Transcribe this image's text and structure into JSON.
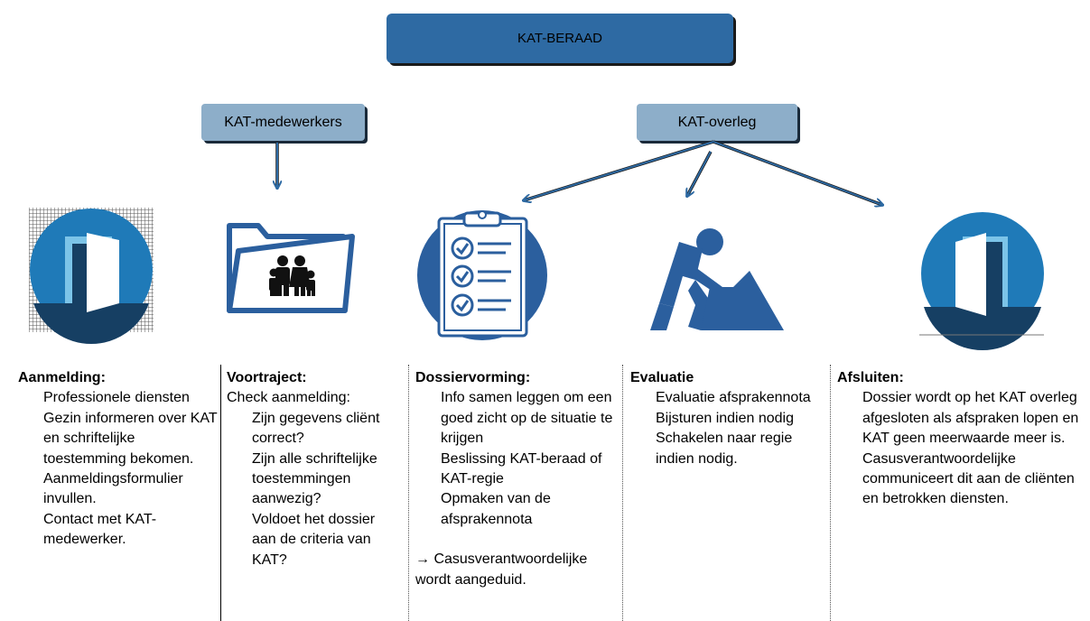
{
  "top": {
    "title": "KAT-BERAAD"
  },
  "boxes": {
    "medewerkers": "KAT-medewerkers",
    "overleg": "KAT-overleg"
  },
  "bullet_glyph": "",
  "columns": [
    {
      "title": "Aanmelding:",
      "items": [
        "Professionele diensten",
        "Gezin informeren over KAT en schriftelijke toestemming bekomen.",
        "Aanmeldingsformulier invullen.",
        "Contact met KAT-medewerker."
      ]
    },
    {
      "title": "Voortraject:",
      "intro": "Check aanmelding:",
      "items": [
        "Zijn gegevens cliënt correct?",
        "Zijn alle schriftelijke toestemmingen aanwezig?",
        "Voldoet het dossier aan de criteria van KAT?"
      ]
    },
    {
      "title": "Dossiervorming:",
      "items": [
        "Info samen leggen om een goed zicht op de situatie te krijgen",
        "Beslissing KAT-beraad of KAT-regie",
        "Opmaken van de afsprakennota"
      ],
      "note": "→ Casusverantwoordelijke wordt aangeduid."
    },
    {
      "title": "Evaluatie",
      "items": [
        "Evaluatie afsprakennota",
        "Bijsturen indien nodig",
        "Schakelen naar regie indien nodig."
      ]
    },
    {
      "title": "Afsluiten:",
      "items": [
        "Dossier wordt op het KAT overleg afgesloten als afspraken lopen en KAT geen meerwaarde meer is.",
        "Casusverantwoordelijke communiceert dit aan de cliënten en betrokken diensten."
      ]
    }
  ],
  "colors": {
    "dark_blue": "#2e6aa3",
    "light_blue": "#8daec9",
    "icon_blue": "#2b5f9e",
    "door_blue": "#1f7ab8"
  }
}
